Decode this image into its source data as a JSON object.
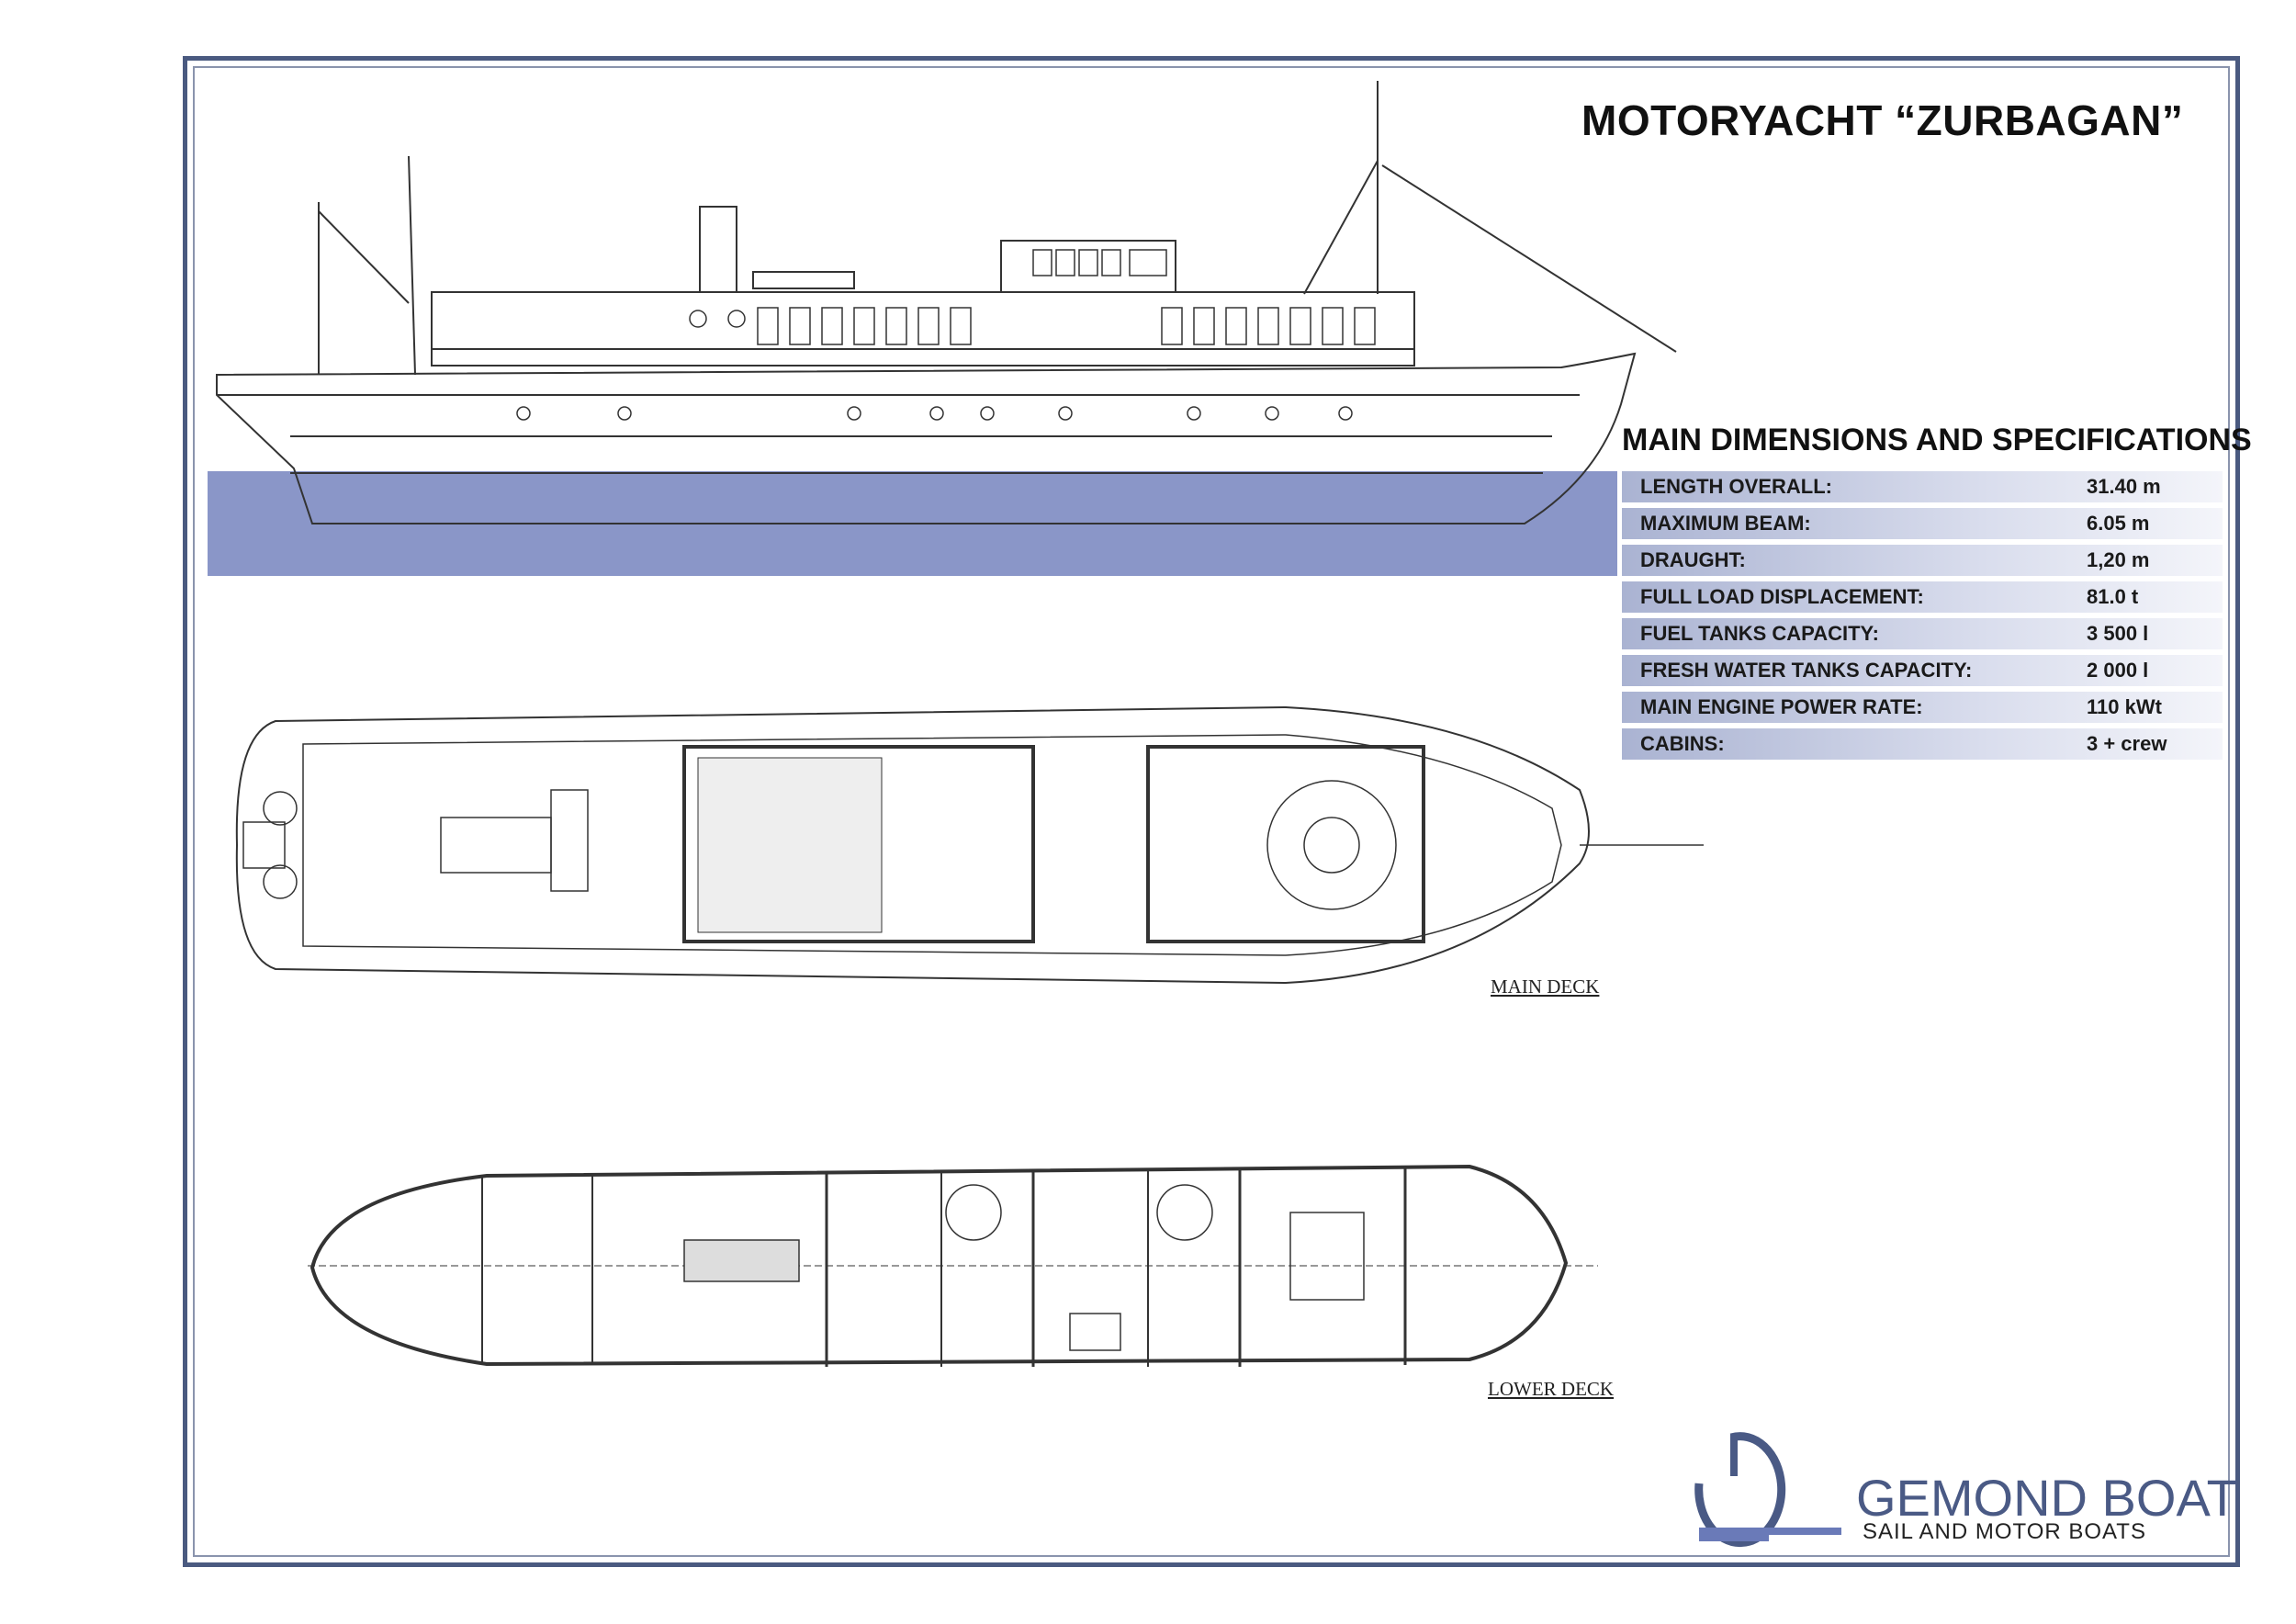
{
  "title": "MOTORYACHT “ZURBAGAN”",
  "specifications": {
    "heading": "MAIN DIMENSIONS AND SPECIFICATIONS",
    "rows": [
      {
        "label": "LENGTH OVERALL:",
        "value": "31.40 m"
      },
      {
        "label": "MAXIMUM BEAM:",
        "value": "6.05 m"
      },
      {
        "label": "DRAUGHT:",
        "value": "1,20 m"
      },
      {
        "label": "FULL LOAD DISPLACEMENT:",
        "value": "81.0 t"
      },
      {
        "label": "FUEL TANKS CAPACITY:",
        "value": "3 500 l"
      },
      {
        "label": "FRESH WATER TANKS CAPACITY:",
        "value": "2 000 l"
      },
      {
        "label": "MAIN ENGINE POWER RATE:",
        "value": "110 kWt"
      },
      {
        "label": "CABINS:",
        "value": "3 + crew"
      }
    ]
  },
  "drawings": {
    "main_deck_label": "MAIN DECK",
    "lower_deck_label": "LOWER DECK"
  },
  "logo": {
    "name": "GEMOND BOAT",
    "tagline": "SAIL AND MOTOR BOATS"
  },
  "colors": {
    "frame": "#4a5a80",
    "water": "#8a96c8",
    "brand": "#4a5a85"
  }
}
